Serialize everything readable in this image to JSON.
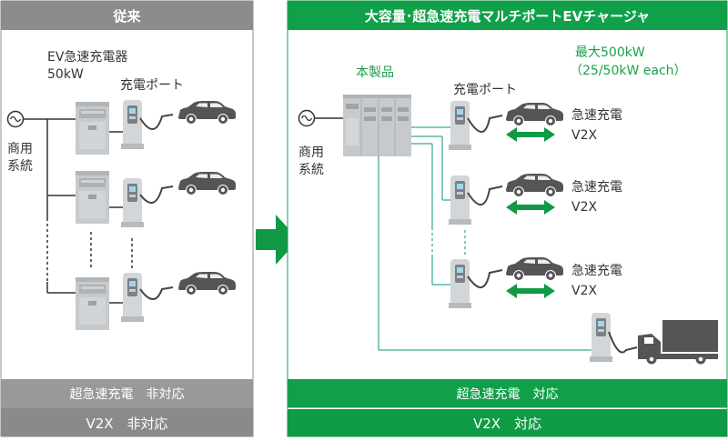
{
  "left": {
    "header": "従来",
    "charger_label_line1": "EV急速充電器",
    "charger_label_line2": "50kW",
    "port_label": "充電ポート",
    "grid_label_line1": "商用",
    "grid_label_line2": "系統",
    "footer1": "超急速充電　非対応",
    "footer2": "V2X　非対応"
  },
  "right": {
    "header": "大容量･超急速充電マルチポートEVチャージャ",
    "product_label": "本製品",
    "capacity_line1": "最大500kW",
    "capacity_line2": "（25/50kW each）",
    "port_label": "充電ポート",
    "grid_label_line1": "商用",
    "grid_label_line2": "系統",
    "feature_line1": "急速充電",
    "feature_line2": "V2X",
    "footer1": "超急速充電　対応",
    "footer2": "V2X　対応"
  },
  "colors": {
    "gray_header": "#8c8c8c",
    "gray_footer1": "#999999",
    "gray_footer2": "#8a8a8a",
    "green_header": "#11a04a",
    "green_footer": "#0f9a45",
    "arrow_green": "#109a45",
    "teal_line": "#5ab8a8",
    "car_dark": "#555555",
    "device_gray": "#c7cacc"
  },
  "icons": [
    "ac-source-icon",
    "ev-charger-cabinet-icon",
    "charging-post-icon",
    "car-icon",
    "bidirectional-arrow-icon",
    "truck-icon",
    "transition-arrow-icon"
  ]
}
